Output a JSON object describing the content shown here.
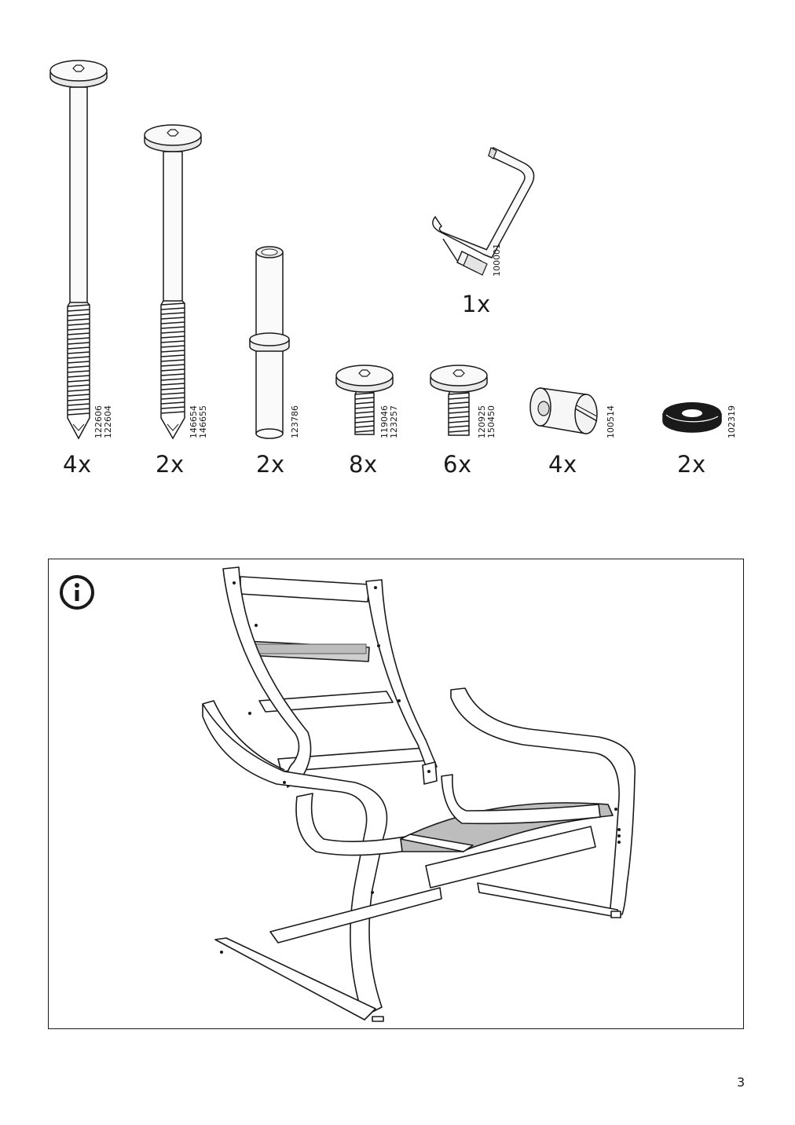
{
  "page_number": "3",
  "parts": [
    {
      "id": "long-bolt",
      "codes": [
        "122606",
        "122604"
      ],
      "qty": "4x"
    },
    {
      "id": "medium-bolt",
      "codes": [
        "146654",
        "146655"
      ],
      "qty": "2x"
    },
    {
      "id": "dowel",
      "codes": [
        "123786"
      ],
      "qty": "2x"
    },
    {
      "id": "short-bolt-a",
      "codes": [
        "119046",
        "123257"
      ],
      "qty": "8x"
    },
    {
      "id": "short-bolt-b",
      "codes": [
        "120925",
        "150450"
      ],
      "qty": "6x"
    },
    {
      "id": "barrel-nut",
      "codes": [
        "100514"
      ],
      "qty": "4x"
    },
    {
      "id": "washer",
      "codes": [
        "102319"
      ],
      "qty": "2x"
    },
    {
      "id": "allen-key",
      "codes": [
        "100001"
      ],
      "qty": "1x"
    }
  ],
  "info_panel": {
    "icon": "info-icon"
  }
}
